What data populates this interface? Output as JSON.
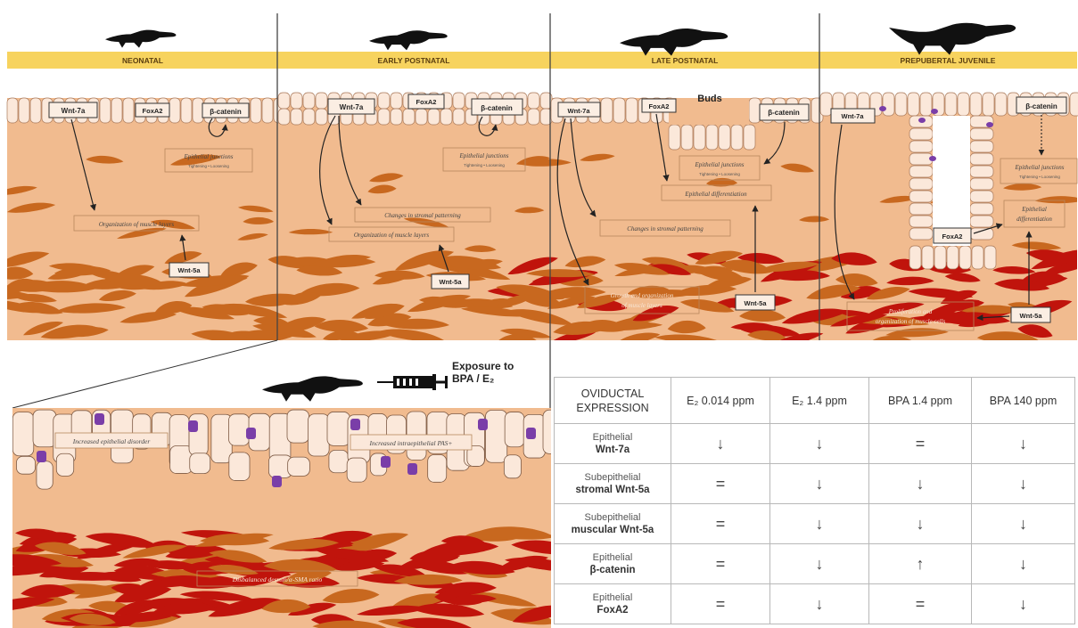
{
  "stages": [
    {
      "label": "NEONATAL"
    },
    {
      "label": "EARLY POSTNATAL"
    },
    {
      "label": "LATE POSTNATAL"
    },
    {
      "label": "PREPUBERTAL JUVENILE"
    }
  ],
  "labels": {
    "wnt7a": "Wnt-7a",
    "foxa2": "FoxA2",
    "bcat": "β-catenin",
    "wnt5a": "Wnt-5a",
    "buds": "Buds",
    "junctions": "Epithelial junctions",
    "tight": "Tightening • Loosening",
    "muscle": "Organization of muscle layers",
    "stromal": "Changes in stromal patterning",
    "epidiff": "Epithelial differentiation",
    "epidiff1": "Epithelial",
    "epidiff2": "differentiation",
    "growth1": "Growth and organization",
    "growth2": "of muscle layers",
    "prolif1": "Proliferation and",
    "prolif2": "organization of muscle cells",
    "disorder": "Increased epithelial disorder",
    "pas": "Increased intraepithelial PAS+",
    "ratio": "Disbalanced desmin/α-SMA ratio"
  },
  "exposure": {
    "line1": "Exposure to",
    "line2": "BPA / E₂"
  },
  "table": {
    "header": {
      "line1": "OVIDUCTAL",
      "line2": "EXPRESSION"
    },
    "columns": [
      "E₂ 0.014 ppm",
      "E₂ 1.4 ppm",
      "BPA 1.4 ppm",
      "BPA 140 ppm"
    ],
    "rows": [
      {
        "line1": "Epithelial",
        "line2": "Wnt-7a",
        "cells": [
          "↓",
          "↓",
          "=",
          "↓"
        ]
      },
      {
        "line1": "Subepithelial",
        "line2": "stromal Wnt-5a",
        "cells": [
          "=",
          "↓",
          "↓",
          "↓"
        ]
      },
      {
        "line1": "Subepithelial",
        "line2": "muscular Wnt-5a",
        "cells": [
          "=",
          "↓",
          "↓",
          "↓"
        ]
      },
      {
        "line1": "Epithelial",
        "line2": "β-catenin",
        "cells": [
          "=",
          "↓",
          "↑",
          "↓"
        ]
      },
      {
        "line1": "Epithelial",
        "line2": "FoxA2",
        "cells": [
          "=",
          "↓",
          "=",
          "↓"
        ]
      }
    ]
  },
  "colors": {
    "banner": "#f7d35e",
    "stroma": "#f1bb8f",
    "muscle_brown": "#c8681f",
    "muscle_red": "#c0140c",
    "epithelium": "#fbe8da",
    "pas": "#7a3ea8"
  },
  "icons": [
    "alligator-icon",
    "syringe-icon"
  ]
}
